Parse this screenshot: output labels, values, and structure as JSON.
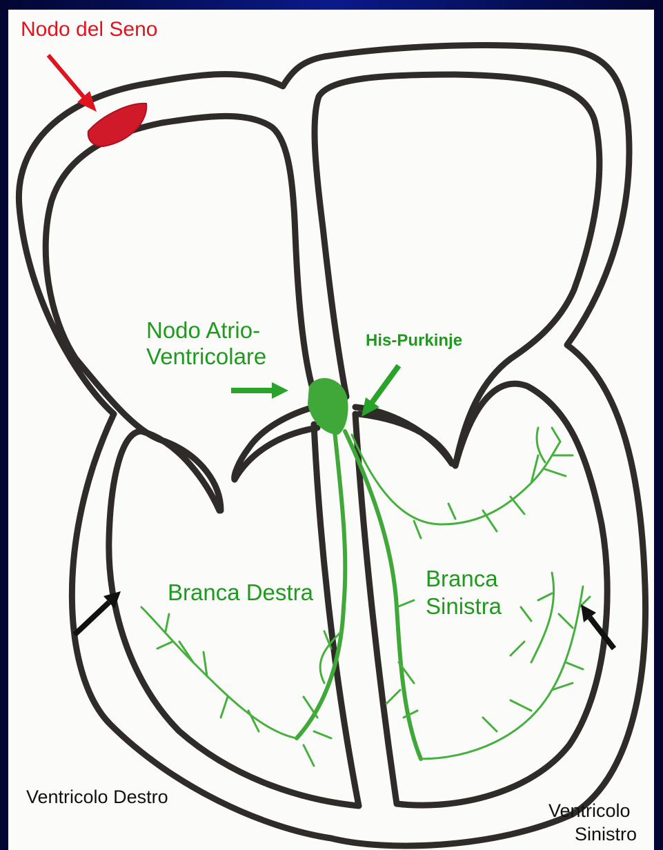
{
  "labels": {
    "sa_node": "Nodo del Seno",
    "av_node_line1": "Nodo Atrio-",
    "av_node_line2": "Ventricolare",
    "his_purkinje": "His-Purkinje",
    "right_bundle": "Branca Destra",
    "left_bundle_line1": "Branca",
    "left_bundle_line2": "Sinistra",
    "right_ventricle": "Ventricolo Destro",
    "left_ventricle_line1": "Ventricolo",
    "left_ventricle_line2": "Sinistro"
  },
  "colors": {
    "frame": "#03083d",
    "paper": "#fbfbf9",
    "wall": "#2e2b28",
    "sa_node": "#d01a2a",
    "conduction": "#3fa838",
    "label_red": "#e0141e",
    "label_green": "#1f9a1f"
  }
}
